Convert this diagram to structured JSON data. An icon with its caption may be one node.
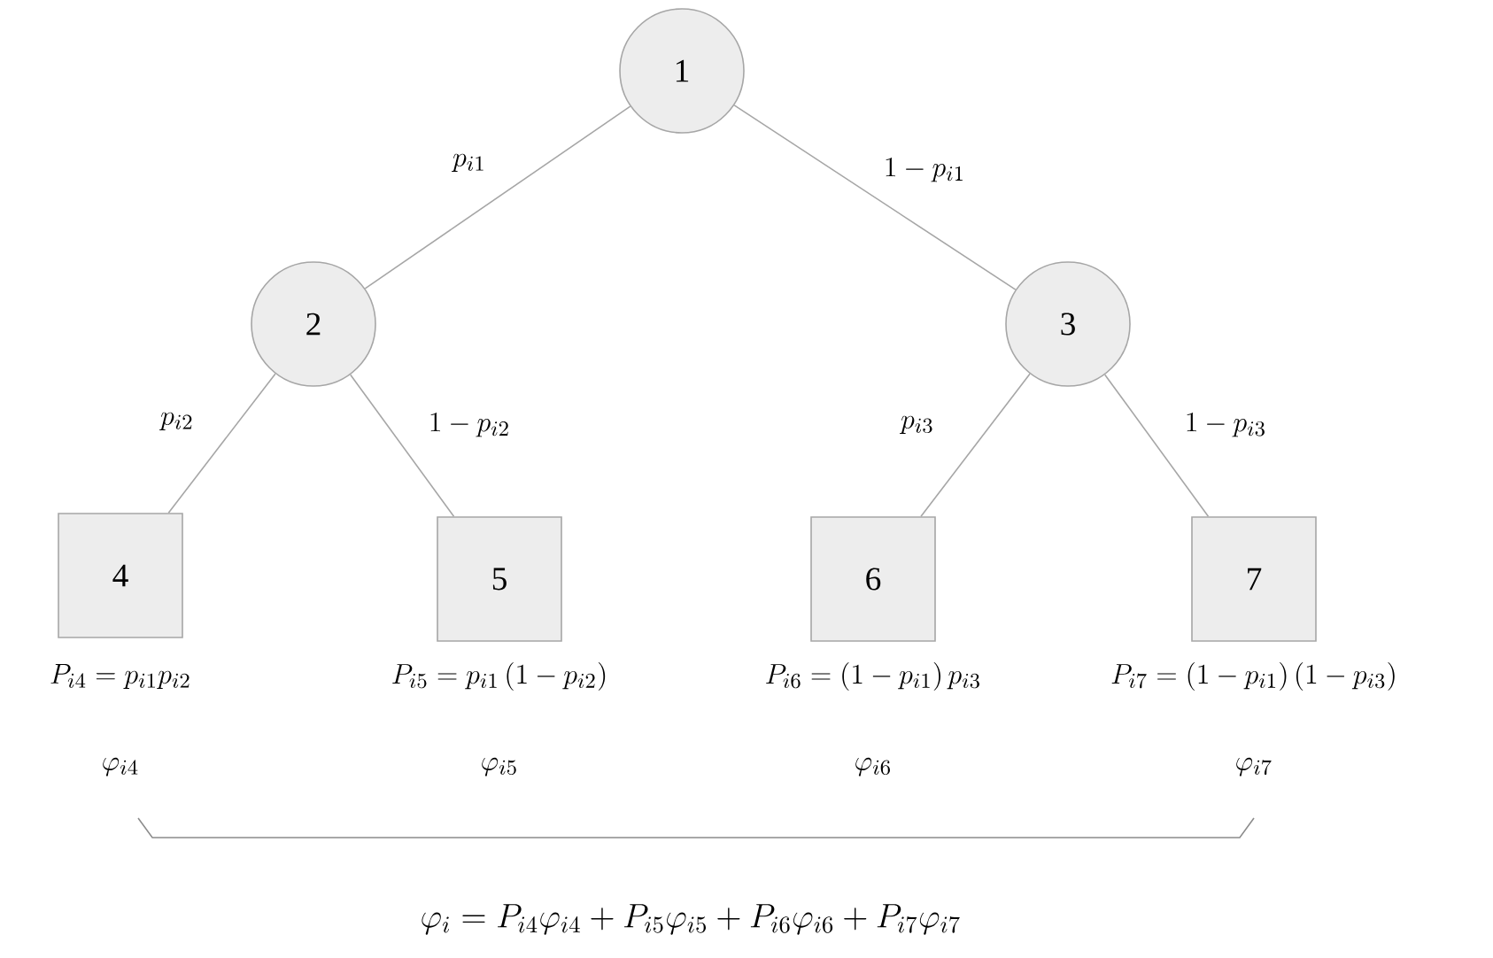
{
  "diagram": {
    "nodes": [
      {
        "text": [
          "1"
        ]
      },
      {
        "text": [
          "2"
        ]
      },
      {
        "text": [
          "3"
        ]
      },
      {
        "text": [
          "4"
        ],
        "beside": [
          "P_{i4} = p_{i1} p_{i2}",
          "\\varphi_{i4}"
        ]
      },
      {
        "text": [
          "5"
        ],
        "beside": [
          "P_{i5} = p_{i1}\\,(1 - p_{i2})",
          "\\varphi_{i5}"
        ]
      },
      {
        "text": [
          "6"
        ],
        "beside": [
          "P_{i6} = (1 - p_{i1})\\,p_{i3}",
          "\\varphi_{i6}"
        ]
      },
      {
        "text": [
          "7"
        ],
        "beside": [
          "P_{i7} = (1 - p_{i1})\\,(1 - p_{i3})",
          "\\varphi_{i7}"
        ]
      }
    ],
    "edges": [
      {
        "from": 0,
        "to": 1,
        "arrow": "none",
        "label": "p_{i1}"
      },
      {
        "from": 0,
        "to": 2,
        "arrow": "none",
        "label": "1 - p_{i1}"
      },
      {
        "from": 1,
        "to": 3,
        "arrow": "none",
        "label": "p_{i2}"
      },
      {
        "from": 1,
        "to": 4,
        "arrow": "none",
        "label": "1 - p_{i2}"
      },
      {
        "from": 2,
        "to": 5,
        "arrow": "none",
        "label": "p_{i3}"
      },
      {
        "from": 2,
        "to": 6,
        "arrow": "none",
        "label": "1 - p_{i3}"
      }
    ],
    "labels": [
      "\\varphi_i = P_{i4}\\varphi_{i4} + P_{i5}\\varphi_{i5} + P_{i6}\\varphi_{i6} + P_{i7}\\varphi_{i7}"
    ]
  }
}
